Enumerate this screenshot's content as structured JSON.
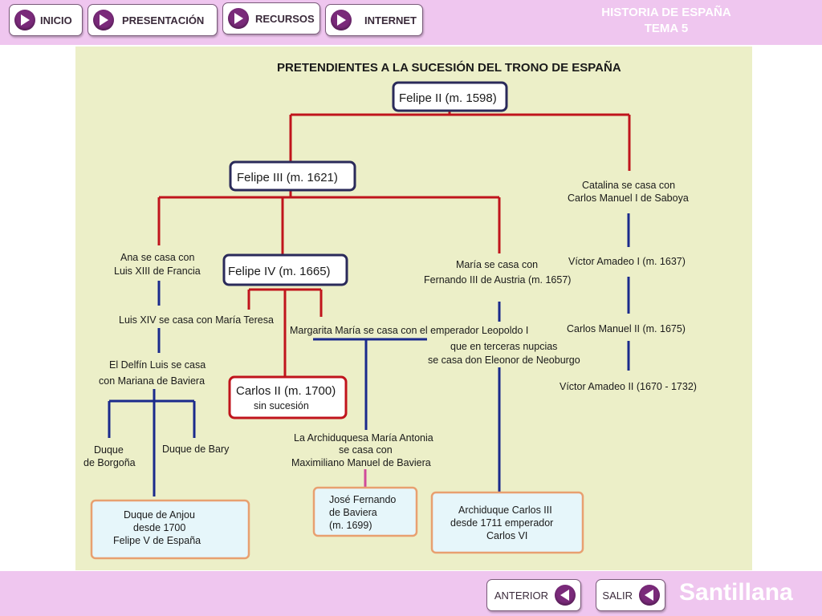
{
  "topbar": {
    "buttons": [
      "INICIO",
      "PRESENTACIÓN",
      "RECURSOS",
      "INTERNET"
    ],
    "title_line1": "HISTORIA DE ESPAÑA",
    "title_line2": "TEMA 5"
  },
  "bottombar": {
    "anterior_label": "ANTERIOR",
    "salir_label": "SALIR",
    "brand": "Santillana"
  },
  "colors": {
    "bar_bg": "#efc6ef",
    "panel_bg": "#ecefc8",
    "red_line": "#c0141c",
    "blue_line": "#1a2a8c",
    "box_border": "#2a2a5a",
    "carlos_border": "#c0141c",
    "orange_border": "#e8a070",
    "cyan_fill": "#e6f6fa",
    "pink_line": "#d04a9a"
  },
  "diagram": {
    "heading": "PRETENDIENTES A LA SUCESIÓN DEL TRONO DE ESPAÑA",
    "felipe2": "Felipe II (m. 1598)",
    "felipe3": "Felipe III (m. 1621)",
    "catalina": [
      "Catalina se casa con",
      "Carlos Manuel I de Saboya"
    ],
    "ana": [
      "Ana se casa con",
      "Luis XIII de Francia"
    ],
    "felipe4": "Felipe IV  (m. 1665)",
    "maria": [
      "María se casa con",
      "Fernando III de Austria (m. 1657)"
    ],
    "victor1": "Víctor Amadeo I (m. 1637)",
    "luis14": "Luis XIV se casa con María Teresa",
    "margarita": "Margarita María se casa con el emperador Leopoldo I",
    "carlos_manuel2": "Carlos Manuel II (m. 1675)",
    "terceras": [
      "que en terceras nupcias",
      "se casa don Eleonor de Neoburgo"
    ],
    "delfin": [
      "El Delfín Luis se casa",
      "con Mariana de Baviera"
    ],
    "victor2": "Víctor Amadeo II (1670 - 1732)",
    "carlos2": [
      "Carlos II (m. 1700)",
      "sin sucesión"
    ],
    "archiduquesa": [
      "La Archiduquesa María Antonia",
      "se casa con",
      "Maximiliano Manuel de Baviera"
    ],
    "borgona": [
      "Duque",
      "de Borgoña"
    ],
    "bary": "Duque de Bary",
    "jose": [
      "José Fernando",
      "de Baviera",
      "(m. 1699)"
    ],
    "archiduque": [
      "Archiduque Carlos III",
      "desde 1711 emperador",
      "Carlos VI"
    ],
    "anjou": [
      "Duque de Anjou",
      "desde 1700",
      "Felipe V de España"
    ]
  }
}
